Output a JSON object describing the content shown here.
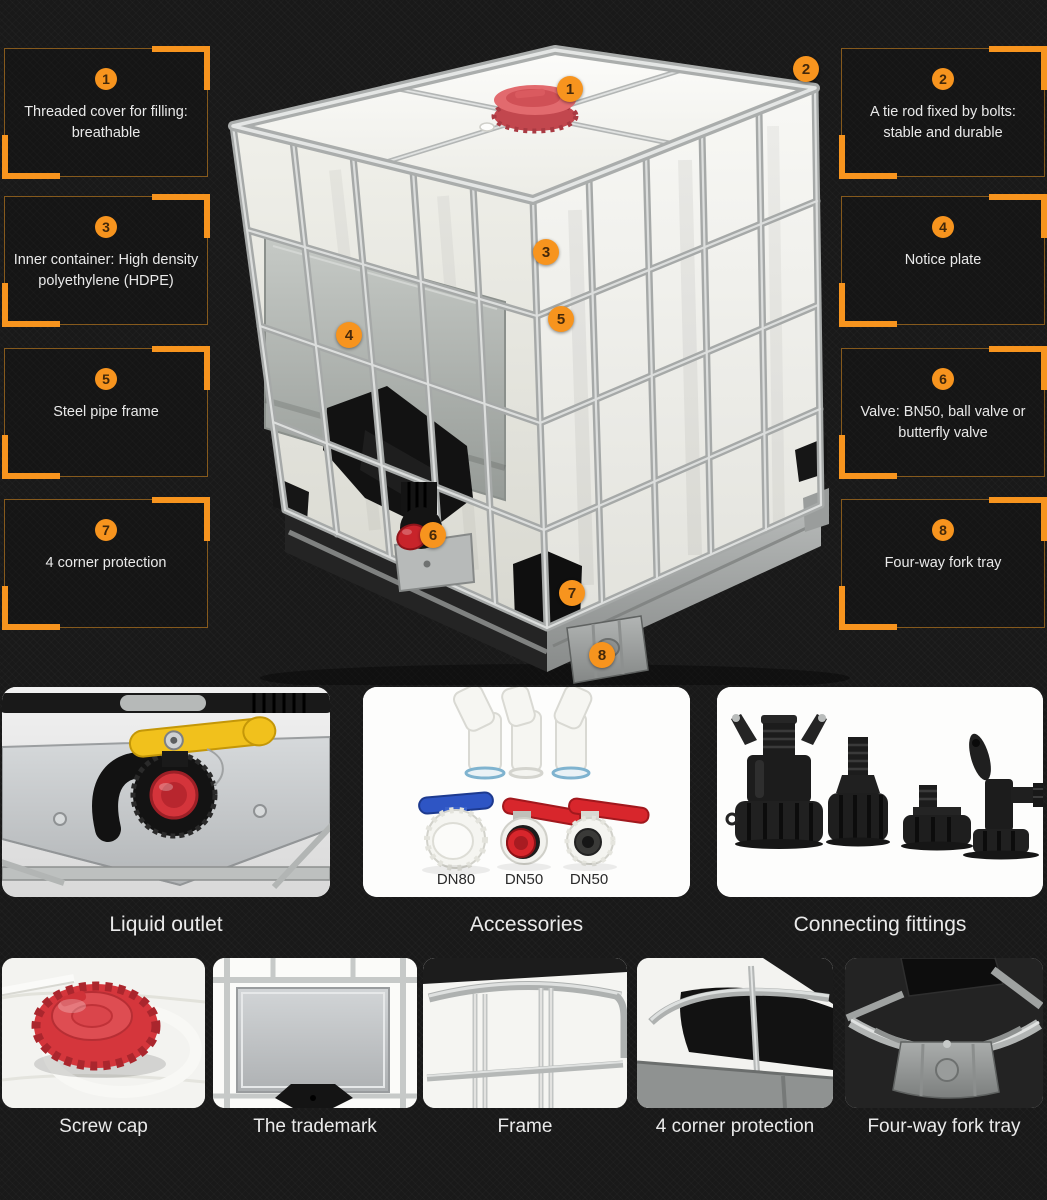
{
  "colors": {
    "background": "#191919",
    "accent_orange": "#f7941e",
    "callout_border": "#c97c18",
    "text_light": "#e9e9e9",
    "cap_red": "#d5363c",
    "tank_white": "#f4f4f0",
    "cage_silver": "#b0b3b2"
  },
  "callouts": [
    {
      "number": "1",
      "text": "Threaded cover for filling: breathable"
    },
    {
      "number": "2",
      "text": "A tie rod fixed by bolts: stable and durable"
    },
    {
      "number": "3",
      "text": "Inner container: High density polyethylene (HDPE)"
    },
    {
      "number": "4",
      "text": "Notice plate"
    },
    {
      "number": "5",
      "text": "Steel pipe frame"
    },
    {
      "number": "6",
      "text": "Valve: BN50, ball valve or butterfly valve"
    },
    {
      "number": "7",
      "text": "4 corner protection"
    },
    {
      "number": "8",
      "text": "Four-way fork tray"
    }
  ],
  "hero": {
    "markers": [
      {
        "label": "1"
      },
      {
        "label": "2"
      },
      {
        "label": "3"
      },
      {
        "label": "4"
      },
      {
        "label": "5"
      },
      {
        "label": "6"
      },
      {
        "label": "7"
      },
      {
        "label": "8"
      }
    ]
  },
  "feature_panels": [
    {
      "caption": "Liquid outlet"
    },
    {
      "caption": "Accessories",
      "valve_labels": [
        "DN80",
        "DN50",
        "DN50"
      ]
    },
    {
      "caption": "Connecting fittings"
    }
  ],
  "detail_panels": [
    {
      "caption": "Screw cap"
    },
    {
      "caption": "The trademark"
    },
    {
      "caption": "Frame"
    },
    {
      "caption": "4 corner protection"
    },
    {
      "caption": "Four-way fork tray"
    }
  ]
}
